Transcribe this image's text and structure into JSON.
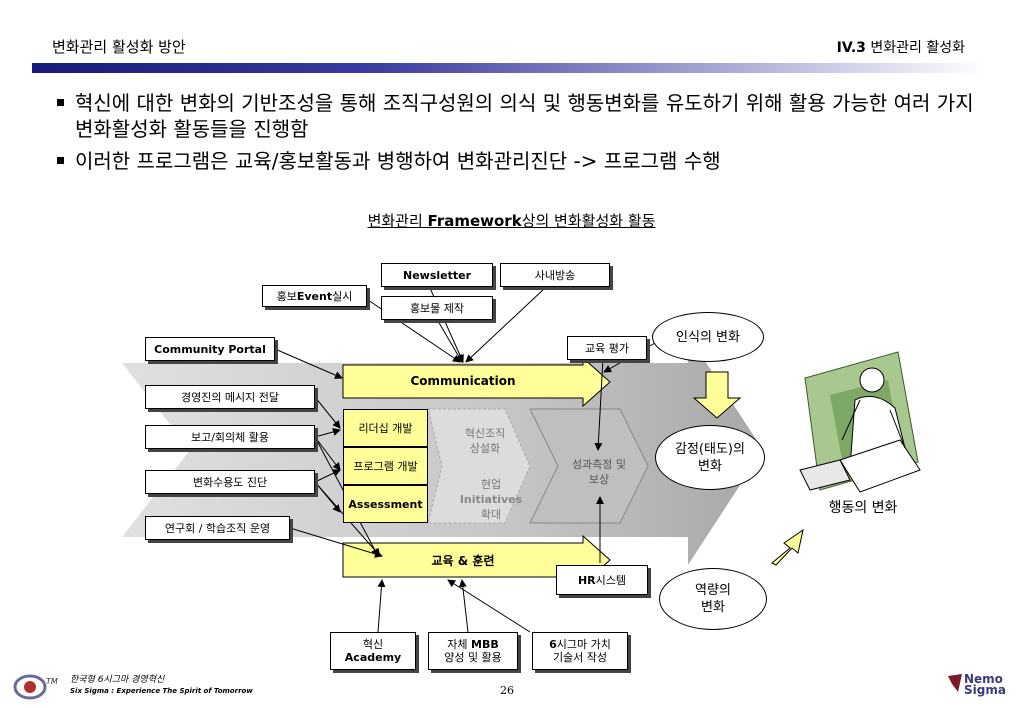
{
  "header": {
    "left_title": "변화관리  활성화 방안",
    "right_prefix": "IV.3",
    "right_title": " 변화관리 활성화"
  },
  "bullets": [
    "혁신에 대한 변화의 기반조성을 통해 조직구성원의 의식 및 행동변화를 유도하기 위해 활용 가능한 여러 가지 변화활성화 활동들을 진행함",
    "이러한 프로그램은 교육/홍보활동과 병행하여 변화관리진단 -> 프로그램 수행"
  ],
  "diagram": {
    "title_pre": "변화관리 ",
    "title_bold": "Framework",
    "title_post": "상의 변화활성화 활동",
    "top_boxes": {
      "newsletter": "Newsletter",
      "broadcast": "사내방송",
      "event_pre": "홍보 ",
      "event_bold": "Event",
      "event_post": " 실시",
      "promo": "홍보물 제작"
    },
    "left_boxes": {
      "portal": "Community Portal",
      "ceo_message": "경영진의 메시지 전달",
      "report_meeting": "보고/회의체 활용",
      "readiness": "변화수용도 진단",
      "study_group": "연구회 / 학습조직 운영"
    },
    "arrows": {
      "communication": "Communication",
      "education": "교육 & 훈련"
    },
    "programs": {
      "leadership": "리더십 개발",
      "program_dev": "프로그램 개발",
      "assessment": "Assessment"
    },
    "gray_stages": {
      "culture_1": "혁신조직",
      "culture_2": "상설화",
      "site_1": "현업",
      "site_2": "Initiatives",
      "site_3": "확대",
      "measure_1": "성과측정 및",
      "measure_2": "보상"
    },
    "right_boxes": {
      "edu_eval": "교육 평가",
      "hr_bold": "HR",
      "hr_post": " 시스템"
    },
    "ellipses": {
      "awareness": "인식의 변화",
      "emotion_1": "감정(태도)의",
      "emotion_2": "변화",
      "capability_1": "역량의",
      "capability_2": "변화"
    },
    "behavior_label": "행동의 변화",
    "bottom_boxes": {
      "academy_1": "혁신",
      "academy_2": "Academy",
      "mbb_1_pre": "자체 ",
      "mbb_1_bold": "MBB",
      "mbb_2": "양성 및 활용",
      "sigma_1_bold": "6",
      "sigma_1_post": "시그마 가치",
      "sigma_2": "기술서 작성"
    }
  },
  "footer": {
    "company_line": "한국형  6시그마 경영혁신",
    "slogan": "Six Sigma : Experience The Spirit of Tomorrow",
    "page_number": "26",
    "brand_1": "Nemo",
    "brand_2": "Sigma"
  },
  "colors": {
    "header_bar": "#1a1a7a",
    "yellow": "#ffff99",
    "gray_arrow": "#c8c8c8",
    "dark_gray_arrow": "#9a9a9a"
  }
}
